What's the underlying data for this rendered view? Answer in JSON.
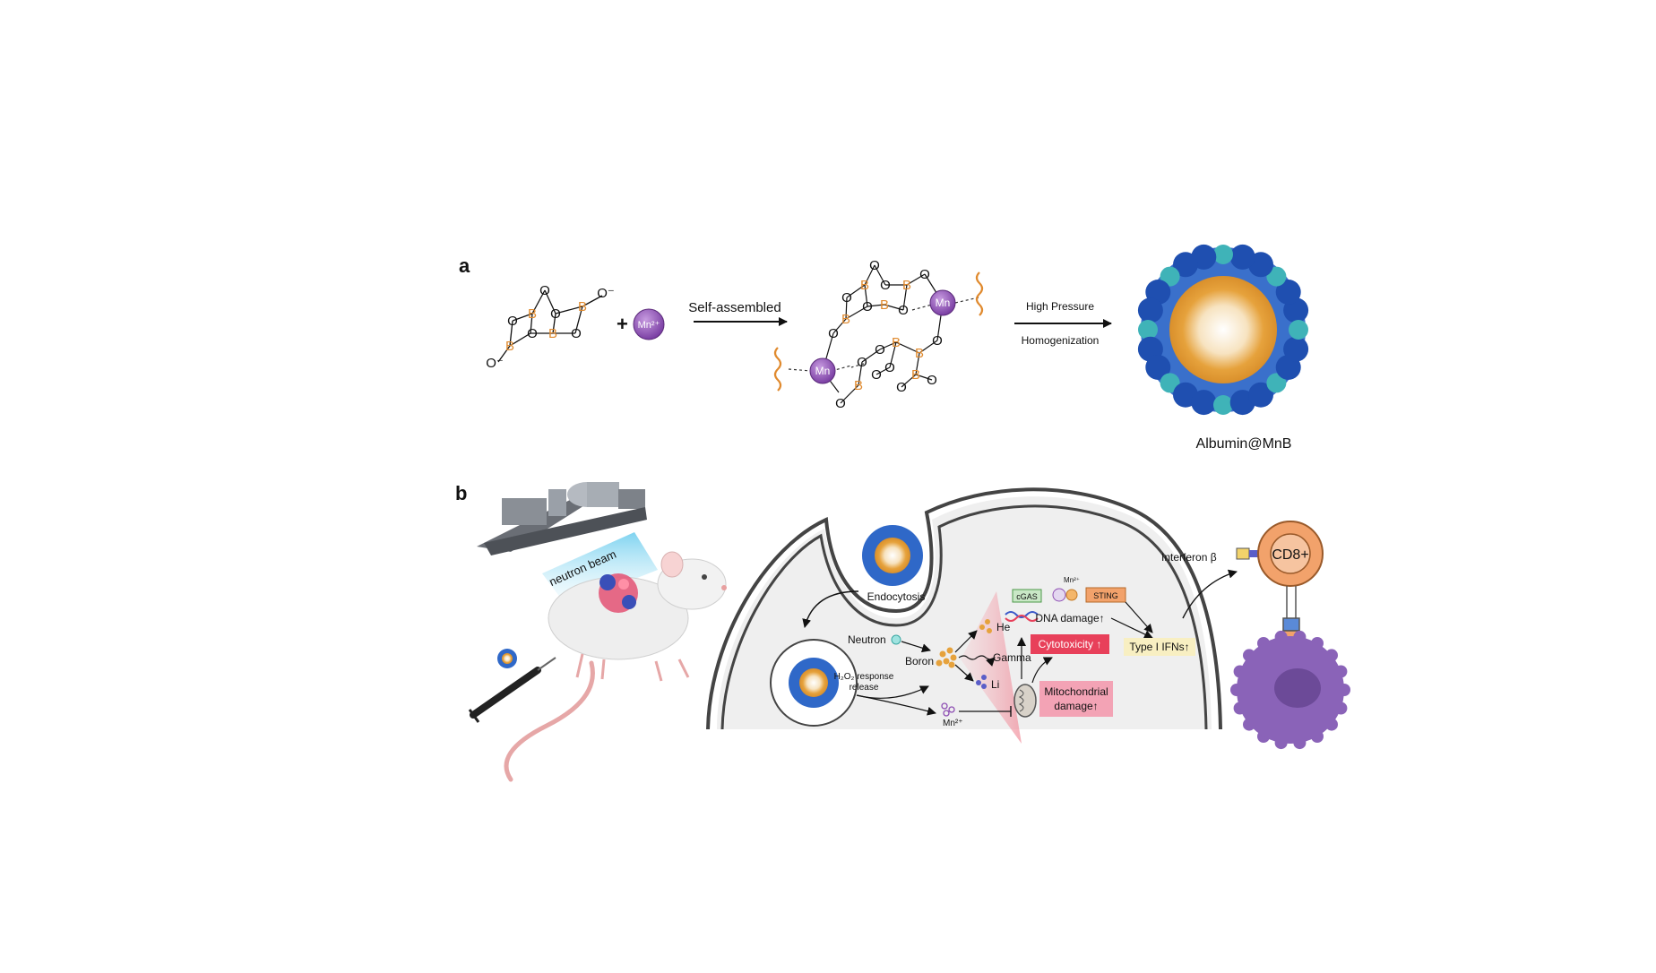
{
  "panel_a": {
    "label": "a",
    "plus": "+",
    "mn_ion": "Mn²⁺",
    "mn": "Mn",
    "boron": "B",
    "oxygen": "O",
    "oxygen_anion": "O⁻",
    "arrow1_label": "Self-assembled",
    "arrow2_label_top": "High Pressure",
    "arrow2_label_bottom": "Homogenization",
    "product_label": "Albumin@MnB"
  },
  "panel_b": {
    "label": "b",
    "neutron_beam": "neutron beam",
    "endocytosis": "Endocytosis",
    "neutron": "Neutron",
    "boron": "Boron",
    "h2o2_line1": "H₂O₂ response",
    "h2o2_line2": "release",
    "mn_ion": "Mn²⁺",
    "he": "He",
    "gamma": "Gamma",
    "li": "Li",
    "cgas": "cGAS",
    "sting": "STING",
    "dna_damage": "DNA damage↑",
    "cytotoxicity": "Cytotoxicity ↑",
    "mito_line1": "Mitochondrial",
    "mito_line2": "damage↑",
    "type1_ifns": "Type I IFNs↑",
    "interferon": "Interferon β",
    "cd8": "CD8+"
  },
  "colors": {
    "boron_orange": "#e08a2e",
    "mn_purple": "#8e4fb3",
    "albumin_blue": "#2a62c4",
    "nanoparticle_core": "#e6a23c",
    "damage_red": "#e8405a",
    "mito_pink": "#f3a3b5",
    "ifn_yellow": "#f8efc2",
    "cd8_orange": "#f2a26b",
    "tumor_purple": "#7a4ea8"
  }
}
